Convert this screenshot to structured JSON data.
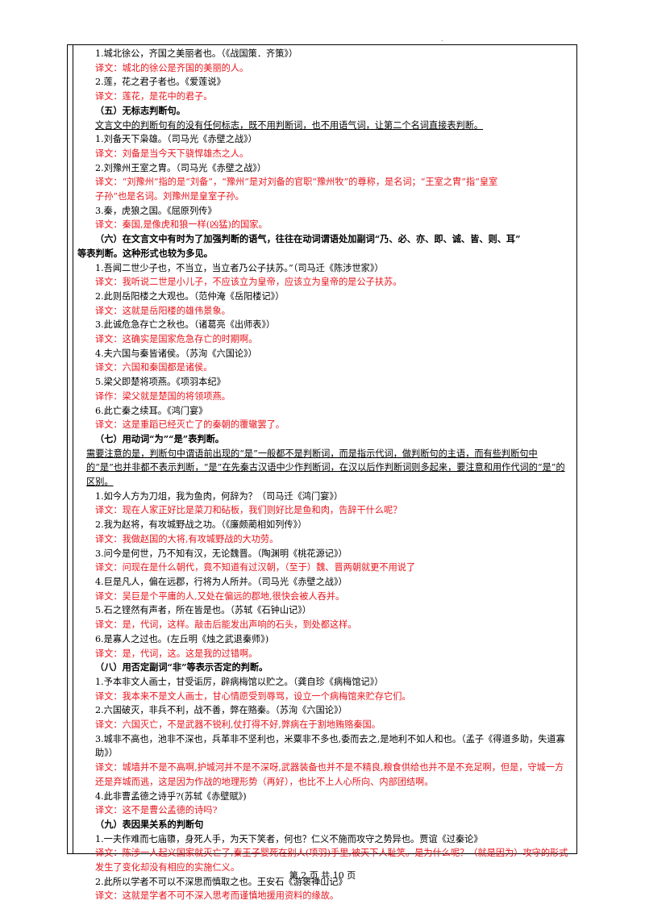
{
  "header_mark": ".",
  "lines": [
    {
      "t": "1.城北徐公，齐国之美丽者也。（《战国策．齐策》）",
      "c": "in"
    },
    {
      "t": "译文：城北的徐公是齐国的美丽的人。",
      "c": "in red"
    },
    {
      "t": "2.莲，花之君子者也。《爱莲说》",
      "c": "in"
    },
    {
      "t": "译文：莲花，是花中的君子。",
      "c": "in red"
    },
    {
      "t": "（五）无标志判断句。",
      "c": "in b"
    },
    {
      "t": "文言文中的判断句有的没有任何标志，既不用判断词，也不用语气词，让第二个名词直接表判断。",
      "c": "in u"
    },
    {
      "t": "1.刘备天下枭雄。（司马光《赤壁之战》）",
      "c": "in"
    },
    {
      "t": "译文：刘备是当今天下骁悍雄杰之人。",
      "c": "in red"
    },
    {
      "t": "2.刘豫州王室之胄。（司马光《赤壁之战》）",
      "c": "in"
    },
    {
      "t": "译文：“刘豫州”指的是“刘备”，“豫州”是对刘备的官职“豫州牧”的尊称，是名词；“王室之胄”指“皇室",
      "c": "in red"
    },
    {
      "t": "子孙”也是名词。刘豫州是皇室子孙。",
      "c": "in red"
    },
    {
      "t": "3.秦，虎狼之国。《屈原列传》",
      "c": "in"
    },
    {
      "t": "译文：秦国,是像虎和狼一样(凶猛)的国家。",
      "c": "in red"
    },
    {
      "t": "（六）在文言文中有时为了加强判断的语气，往往在动词谓语处加副词“乃、必、亦、即、诚、皆、则、耳”",
      "c": "in b"
    },
    {
      "t": "等表判断。这种形式也较为多见。",
      "c": "b"
    },
    {
      "t": "1.吾闻二世少子也，不当立，当立者乃公子扶苏。”（司马迁《陈涉世家》）",
      "c": "in"
    },
    {
      "t": "译文：我听说二世是小儿子，不应该立为皇帝，应该立为皇帝的是公子扶苏。",
      "c": "in red"
    },
    {
      "t": "2.此则岳阳楼之大观也。（范仲淹《岳阳楼记》）",
      "c": "in"
    },
    {
      "t": "译文：这就是岳阳楼的雄伟景象。",
      "c": "in red"
    },
    {
      "t": "3.此诚危急存亡之秋也。（诸葛亮《出师表》）",
      "c": "in"
    },
    {
      "t": "译文：这确实是国家危急存亡的时期啊。",
      "c": "in red"
    },
    {
      "t": "4.夫六国与秦皆诸侯。（苏洵《六国论》）",
      "c": "in"
    },
    {
      "t": "译文：六国和秦国都是诸侯。",
      "c": "in red"
    },
    {
      "t": "5.梁父即楚将项燕。《项羽本纪》",
      "c": "in"
    },
    {
      "t": "译作：梁父就是楚国的将领项燕。",
      "c": "in red"
    },
    {
      "t": "6.此亡秦之续耳。《鸿门宴》",
      "c": "in"
    },
    {
      "t": "译文：这是重蹈已经灭亡了的秦朝的覆辙罢了。",
      "c": "in red"
    },
    {
      "t": "（七）用动词“为”“是”表判断。",
      "c": "in b"
    },
    {
      "t": "需要注意的是，判断句中谓语前出现的“是”一般都不是判断词，而是指示代词，做判断句的主语，而有些判断句中的“是”也并非都不表示判断，“是”在先秦古汉语中少作判断词，在汉以后作判断词则多起来，要注意和用作代词的“是”的区别。",
      "c": "wrap u in2",
      "h": 3
    },
    {
      "t": "1.如今人方为刀俎，我为鱼肉，何辞为？（司马迁《鸿门宴》）",
      "c": "in"
    },
    {
      "t": "译文：现在人家正好比是菜刀和砧板，我们则好比是鱼和肉，告辞干什么呢？",
      "c": "in red"
    },
    {
      "t": "2.我为赵将，有攻城野战之功。（《廉颇蔺相如列传》）",
      "c": "in"
    },
    {
      "t": "译文：我做赵国的大将,有攻城野战的大功劳。",
      "c": "in red"
    },
    {
      "t": "3.问今是何世，乃不知有汉，无论魏晋。（陶渊明《桃花源记》）",
      "c": "in"
    },
    {
      "t": "译文：问现在是什么朝代，竟不知道有过汉朝，（至于）魏、晋两朝就更不用说了",
      "c": "in red"
    },
    {
      "t": "4.巨是凡人，偏在远郡，行将为人所并。（司马光《赤壁之战》）",
      "c": "in"
    },
    {
      "t": "译文：吴巨是个平庸的人,又处在偏远的郡地,很快会被人吞并。",
      "c": "in red"
    },
    {
      "t": "5.石之铿然有声者，所在皆是也。（苏轼《石钟山记》）",
      "c": "in"
    },
    {
      "t": "译文：是，代词，这样。敲击后能发出声响的石头，到处都这样。",
      "c": "in red"
    },
    {
      "t": "6.是寡人之过也。(左丘明《烛之武退秦师》)",
      "c": "in"
    },
    {
      "t": "译文：是，代词，这。这是我的过错啊。",
      "c": "in red"
    },
    {
      "t": "（八）用否定副词“非”等表示否定的判断。",
      "c": "in b"
    },
    {
      "t": "1.予本非文人画士，甘受诟厉，辟病梅馆以贮之。（龚自珍《病梅馆记》）",
      "c": "in"
    },
    {
      "t": "译文：我本来不是文人画士，甘心情愿受到辱骂，设立一个病梅馆来贮存它们。",
      "c": "in red"
    },
    {
      "t": "2.六国破灭，非兵不利，战不善，弊在赂秦。（苏洵《六国论》）",
      "c": "in"
    },
    {
      "t": "译文：六国灭亡，不是武器不锐利,仗打得不好,弊病在于割地贿赂秦国。",
      "c": "in red"
    },
    {
      "t": "3.城非不高也，池非不深也，兵革非不坚利也，米粟非不多也,委而去之,是地利不如人和也。（孟子《得道多助，失道寡助》）",
      "c": "wrap in",
      "h": 2
    },
    {
      "t": "译文：城墙并不是不高啊,护城河并不是不深呀,武器装备也并不是不精良,粮食供给也并不是不充足啊，但是，守城一方还是弃城而逃，这是因为作战的地理形势（再好），也比不上人心所向、内部团结啊。",
      "c": "wrap in red",
      "h": 2
    },
    {
      "t": "4.此非曹孟德之诗乎?(苏轼《赤壁赋》)",
      "c": "in"
    },
    {
      "t": "译文：这不是曹公孟德的诗吗?",
      "c": "in red"
    },
    {
      "t": "（九）表因果关系的判断句",
      "c": "in b"
    },
    {
      "t": "1.一夫作难而七庙隳，身死人手，为天下笑者，何也？仁义不施而攻守之势异也。贾谊《过秦论》",
      "c": "in"
    },
    {
      "t": "译文：陈涉一人起义国家就灭亡了,秦王子婴死在别人(项羽)手里,被天下人耻笑。是为什么呢？（就是因为）攻守的形式发生了变化却没有相应的实施仁义。",
      "c": "wrap in red",
      "h": 2
    },
    {
      "t": "2.此所以学者不可以不深思而慎取之也。王安石《游褒禅山记》",
      "c": "in"
    },
    {
      "t": "译文：这就是学者不可不深入思考而谨慎地援用资料的缘故。",
      "c": "in red"
    }
  ],
  "footer": "第 2 页 共 10 页"
}
